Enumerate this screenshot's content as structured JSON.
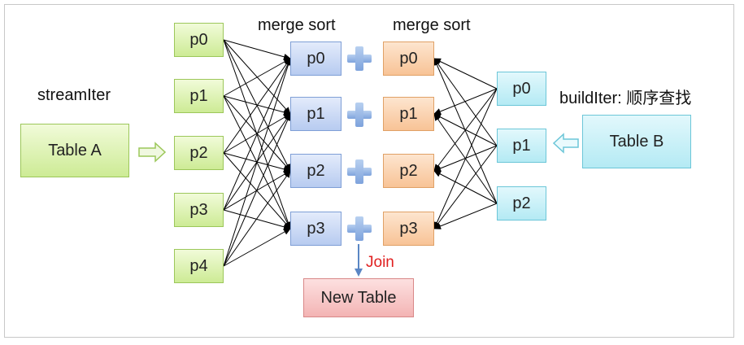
{
  "labels": {
    "stream_iter": "streamIter",
    "build_iter": "buildIter: 顺序查找",
    "merge_sort_left": "merge sort",
    "merge_sort_right": "merge sort",
    "join": "Join"
  },
  "table_a": "Table A",
  "table_b": "Table B",
  "new_table": "New Table",
  "stream_partitions": [
    "p0",
    "p1",
    "p2",
    "p3",
    "p4"
  ],
  "sorted_left": [
    "p0",
    "p1",
    "p2",
    "p3"
  ],
  "sorted_right": [
    "p0",
    "p1",
    "p2",
    "p3"
  ],
  "build_partitions": [
    "p0",
    "p1",
    "p2"
  ],
  "colors": {
    "stream": "#cdeb95",
    "sorted_left": "#b7cbf0",
    "sorted_right": "#f8c396",
    "build": "#b4eaf4",
    "result": "#f3b4b4",
    "join_text": "#e02020",
    "arrow": "#5a86c4"
  }
}
